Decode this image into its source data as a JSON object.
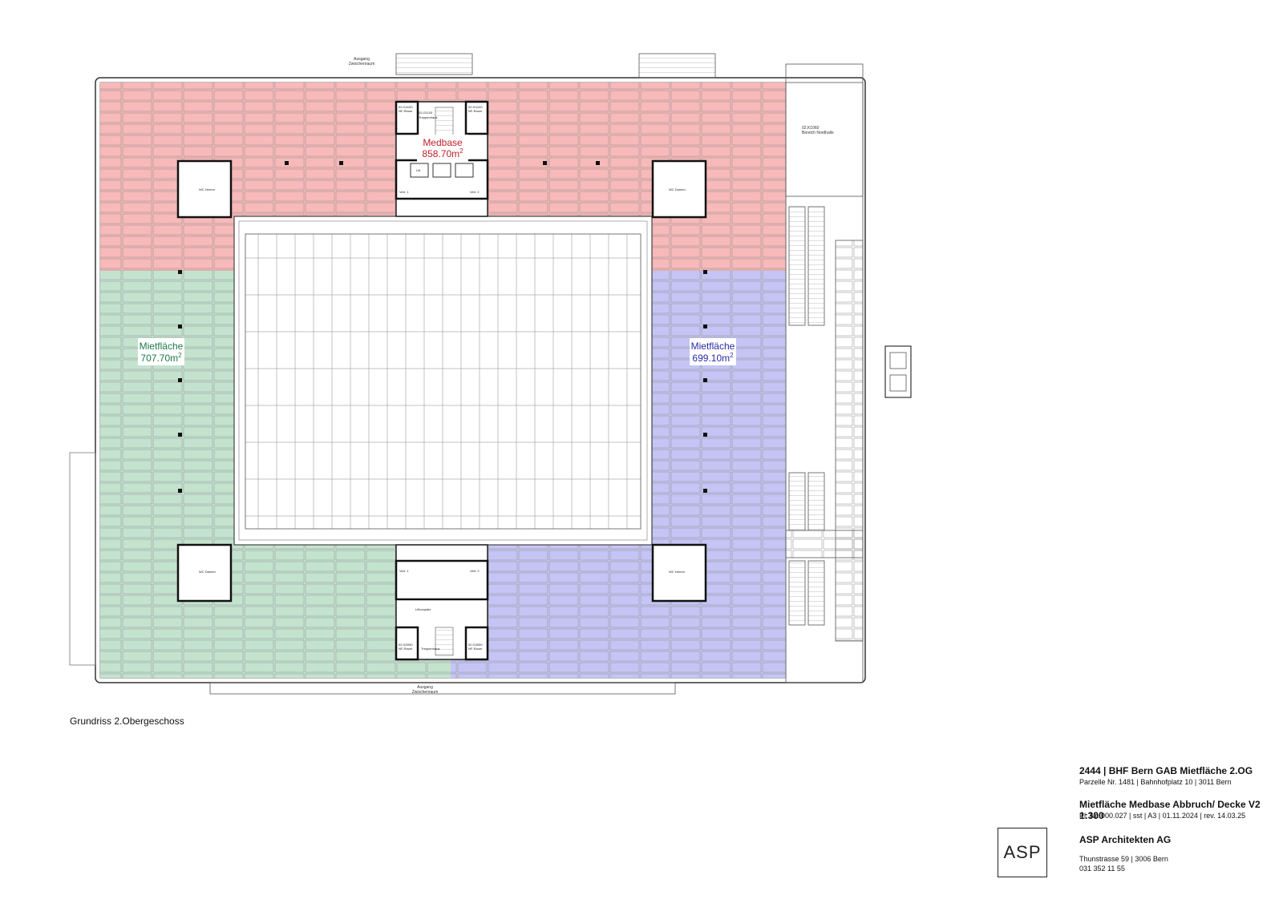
{
  "plan": {
    "caption": "Grundriss 2.Obergeschoss",
    "colors": {
      "red_zone": "#f7b9b9",
      "green_zone": "#c4e3cf",
      "blue_zone": "#c4c4f5",
      "red_label": "#c0202a",
      "green_label": "#1e7a4a",
      "blue_label": "#2a2aa8",
      "line": "#555555"
    },
    "zones": [
      {
        "id": "medbase",
        "name": "Medbase",
        "area": "858.70m",
        "exp": "2"
      },
      {
        "id": "mietflaeche-west",
        "name": "Mietfläche",
        "area": "707.70m",
        "exp": "2"
      },
      {
        "id": "mietflaeche-east",
        "name": "Mietfläche",
        "area": "699.10m",
        "exp": "2"
      }
    ],
    "annotations": {
      "exit_top_1": "Ausgang",
      "exit_top_2": "Zwischenraum",
      "exit_bottom_1": "Ausgang",
      "exit_bottom_2": "Zwischenraum",
      "hall_id": "02.K1060",
      "hall_name": "Bereich Nordhalle"
    },
    "room_labels": {
      "n_left": "02.G4100",
      "n_left_sub": "NF-Raum",
      "n_right": "02.G4100",
      "n_right_sub": "NF-Raum",
      "n_stair": "02.G1103",
      "n_stair_sub": "Treppenhaus",
      "n_lift": "Lift",
      "n_vert1": "Vert. 1",
      "n_vert2": "Vert. 2",
      "w_wc": "WC Herren",
      "e_wc": "WC Damen",
      "sw_wc": "WC Damen",
      "se_wc": "WC Herren",
      "s_left": "02.G0050",
      "s_left_sub": "NF-Raum",
      "s_right": "02.G4050",
      "s_right_sub": "NF-Raum",
      "s_vert1": "Vert. 1",
      "s_vert2": "Vert. 2",
      "s_lobby": "Liftvorplatz",
      "s_stair": "Treppenhaus"
    }
  },
  "title_block": {
    "project": "2444 | BHF Bern GAB Mietfläche 2.OG",
    "parcel": "Parzelle Nr. 1481 | Bahnhofplatz 10 | 3011 Bern",
    "plan_title": "Mietfläche Medbase Abbruch/ Decke V2 1:300",
    "plan_meta": "Pl. Nr. 000.027 | sst | A3 | 01.11.2024 | rev. 14.03.25",
    "company": "ASP Architekten AG",
    "address": "Thunstrasse 59 | 3006 Bern",
    "phone": "031 352 11 55",
    "logo": "ASP"
  }
}
